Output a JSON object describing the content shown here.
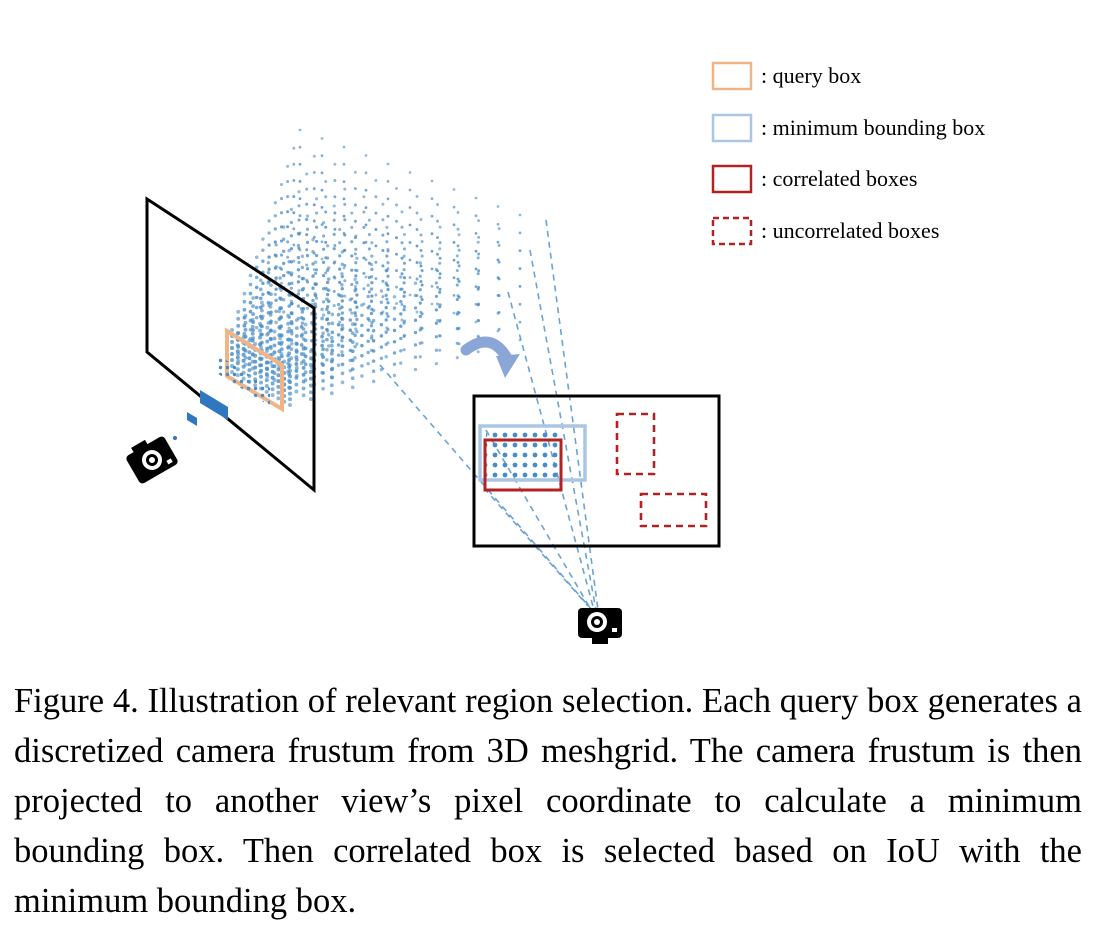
{
  "legend": {
    "items": [
      {
        "key": "query",
        "label": ": query box",
        "color": "#f0b486",
        "style": "solid"
      },
      {
        "key": "minbox",
        "label": ": minimum bounding box",
        "color": "#a9c6e3",
        "style": "solid"
      },
      {
        "key": "correlated",
        "label": ": correlated boxes",
        "color": "#b22222",
        "style": "solid"
      },
      {
        "key": "uncorrelated",
        "label": ": uncorrelated boxes",
        "color": "#b22222",
        "style": "dashed"
      }
    ]
  },
  "colors": {
    "dot": "#4a8cc4",
    "frustum_line": "#6aa3d5",
    "arrow": "#8aa6d6",
    "camera": "#000000",
    "feature": "#2f78c0"
  },
  "caption": "Figure 4. Illustration of relevant region selection. Each query box generates a discretized camera frustum from 3D meshgrid. The camera frustum is then projected to another view’s pixel coordinate to calculate a minimum bounding box. Then correlated box is selected based on IoU with the minimum bounding box."
}
